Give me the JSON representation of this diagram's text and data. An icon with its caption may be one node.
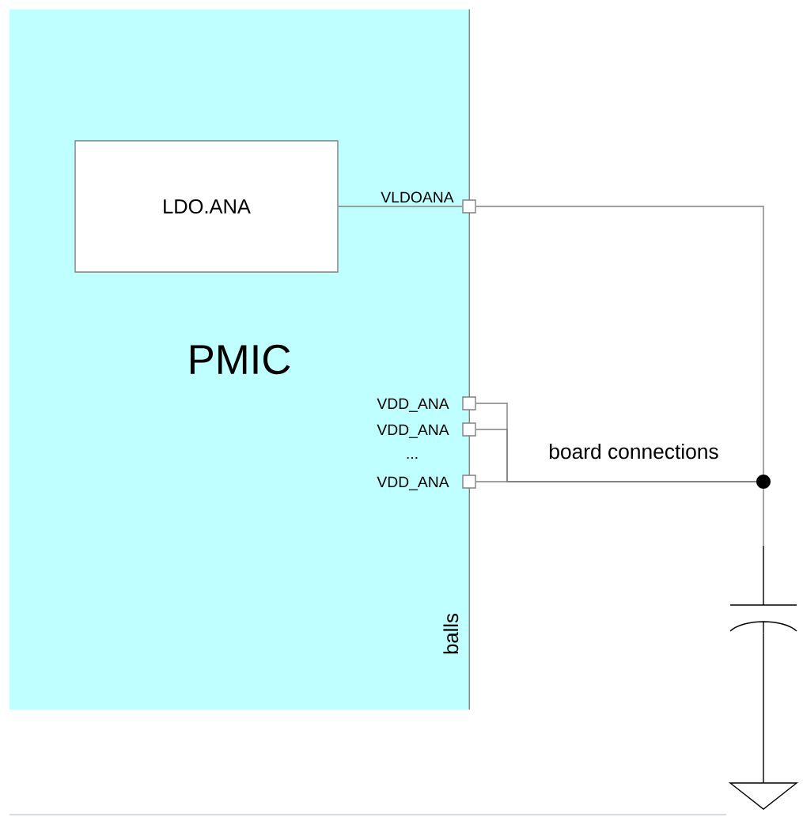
{
  "diagram": {
    "nodes": [
      {
        "text": [
          "PMIC"
        ]
      },
      {
        "text": [
          "LDO.ANA"
        ],
        "in": 0
      },
      {
        "text": [],
        "shape": "box",
        "beside": [
          "VLDOANA"
        ]
      },
      {
        "text": [],
        "shape": "box",
        "beside": [
          "VDD_ANA"
        ]
      },
      {
        "text": [],
        "shape": "box",
        "beside": [
          "VDD_ANA"
        ]
      },
      {
        "text": [],
        "shape": "box",
        "beside": [
          "VDD_ANA"
        ]
      },
      {
        "text": [],
        "shape": "circle"
      },
      {
        "text": [],
        "shape": "capacitor"
      },
      {
        "text": [],
        "shape": "triangle"
      }
    ],
    "edges": [
      {
        "from": 1,
        "to": 2,
        "arrow": "none"
      },
      {
        "from": 2,
        "to": 6,
        "arrow": "none"
      },
      {
        "from": 3,
        "to": 6,
        "arrow": "none"
      },
      {
        "from": 4,
        "to": 6,
        "arrow": "none"
      },
      {
        "from": 5,
        "to": 6,
        "arrow": "none"
      },
      {
        "from": 6,
        "to": 7,
        "arrow": "none"
      },
      {
        "from": 7,
        "to": 8,
        "arrow": "none",
        "color": "#000000"
      }
    ],
    "labels": [
      "...",
      "board connections",
      "balls"
    ]
  }
}
